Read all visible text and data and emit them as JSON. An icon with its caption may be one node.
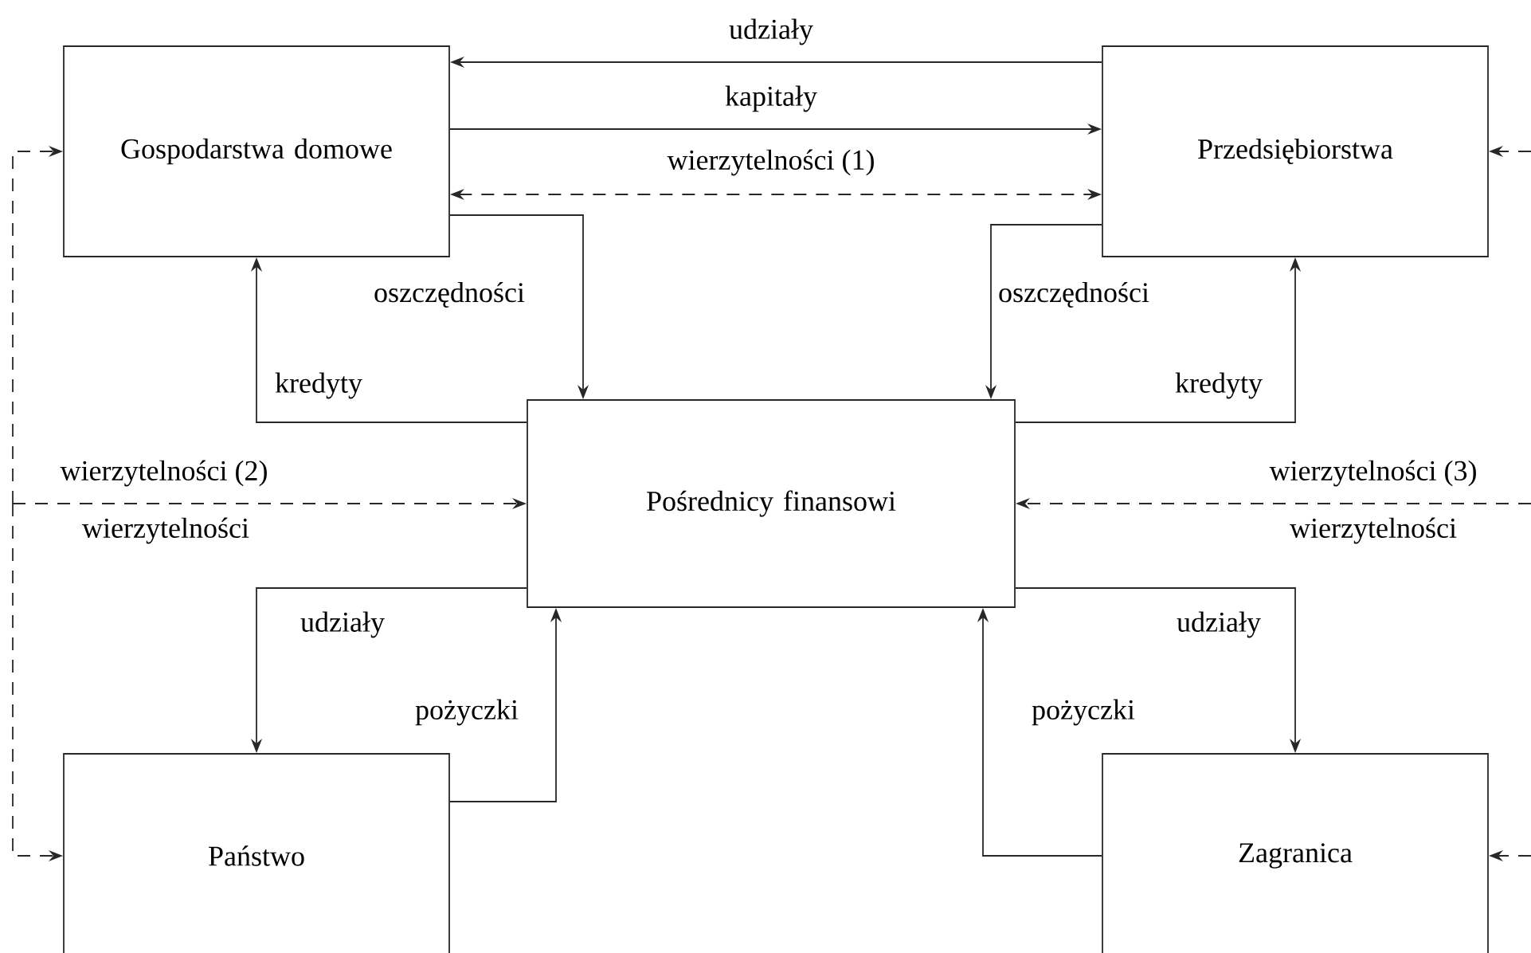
{
  "diagram": {
    "nodes": [
      {
        "text": [
          "Gospodarstwa domowe"
        ]
      },
      {
        "text": [
          "Przedsiębiorstwa"
        ]
      },
      {
        "text": [
          "Pośrednicy finansowi"
        ]
      },
      {
        "text": [
          "Państwo"
        ]
      },
      {
        "text": [
          "Zagranica"
        ]
      }
    ],
    "edges": [
      {
        "from": 1,
        "to": 0,
        "arrow": "to",
        "label": "udziały"
      },
      {
        "from": 0,
        "to": 1,
        "arrow": "to",
        "label": "kapitały"
      },
      {
        "from": 0,
        "to": 1,
        "arrow": "both",
        "label": "wierzytelności (1)",
        "style": "dashed"
      },
      {
        "from": 0,
        "to": 2,
        "arrow": "to",
        "label": "oszczędności"
      },
      {
        "from": 2,
        "to": 0,
        "arrow": "to",
        "label": "kredyty"
      },
      {
        "from": 1,
        "to": 2,
        "arrow": "to",
        "label": "oszczędności"
      },
      {
        "from": 2,
        "to": 1,
        "arrow": "to",
        "label": "kredyty"
      },
      {
        "from": 2,
        "to": 3,
        "arrow": "to",
        "label": "udziały"
      },
      {
        "from": 3,
        "to": 2,
        "arrow": "to",
        "label": "pożyczki"
      },
      {
        "from": 2,
        "to": 4,
        "arrow": "to",
        "label": "udziały"
      },
      {
        "from": 4,
        "to": 2,
        "arrow": "to",
        "label": "pożyczki"
      },
      {
        "from": null,
        "to": 0,
        "arrow": "to",
        "style": "dashed"
      },
      {
        "from": null,
        "to": 2,
        "arrow": "to",
        "style": "dashed",
        "label": "wierzytelności (2)"
      },
      {
        "from": null,
        "to": 3,
        "arrow": "to",
        "style": "dashed"
      },
      {
        "from": null,
        "to": 1,
        "arrow": "to",
        "style": "dashed"
      },
      {
        "from": null,
        "to": 2,
        "arrow": "to",
        "style": "dashed",
        "label": "wierzytelności (3)"
      },
      {
        "from": null,
        "to": 4,
        "arrow": "to",
        "style": "dashed"
      }
    ],
    "labels": [
      "wierzytelności",
      "wierzytelności"
    ]
  }
}
